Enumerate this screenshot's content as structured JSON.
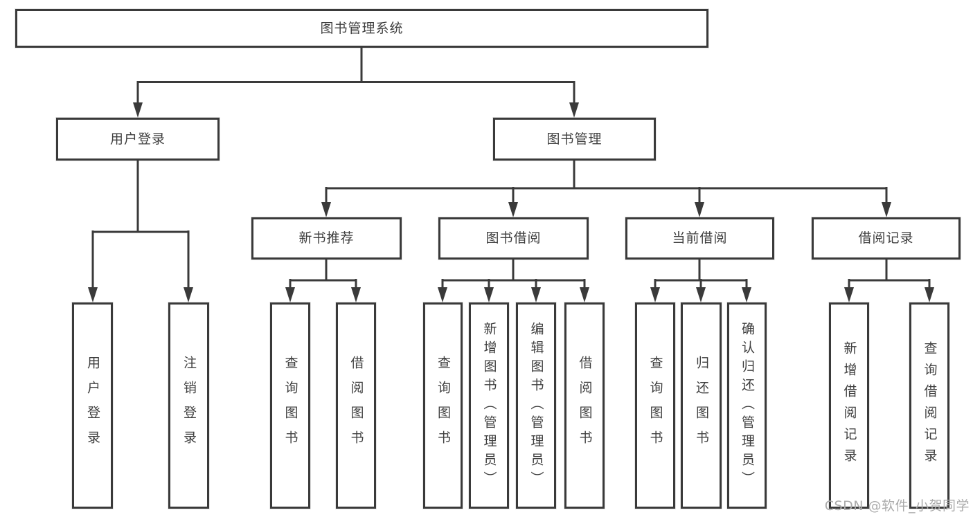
{
  "colors": {
    "line": "#3a3a3a",
    "text": "#3f3f3f",
    "watermark": "#ababab",
    "background": "#ffffff"
  },
  "watermark": {
    "text": "CSDN @软件_小贺同学"
  },
  "tree": {
    "root": {
      "label": "图书管理系统"
    },
    "branches": [
      {
        "label": "用户登录",
        "children": [
          {
            "label": "用户登录"
          },
          {
            "label": "注销登录"
          }
        ]
      },
      {
        "label": "图书管理",
        "children": [
          {
            "label": "新书推荐",
            "children": [
              {
                "label": "查询图书"
              },
              {
                "label": "借阅图书"
              }
            ]
          },
          {
            "label": "图书借阅",
            "children": [
              {
                "label": "查询图书"
              },
              {
                "label": "新增图书（管理员）"
              },
              {
                "label": "编辑图书（管理员）"
              },
              {
                "label": "借阅图书"
              }
            ]
          },
          {
            "label": "当前借阅",
            "children": [
              {
                "label": "查询图书"
              },
              {
                "label": "归还图书"
              },
              {
                "label": "确认归还（管理员）"
              }
            ]
          },
          {
            "label": "借阅记录",
            "children": [
              {
                "label": "新增借阅记录"
              },
              {
                "label": "查询借阅记录"
              }
            ]
          }
        ]
      }
    ]
  }
}
